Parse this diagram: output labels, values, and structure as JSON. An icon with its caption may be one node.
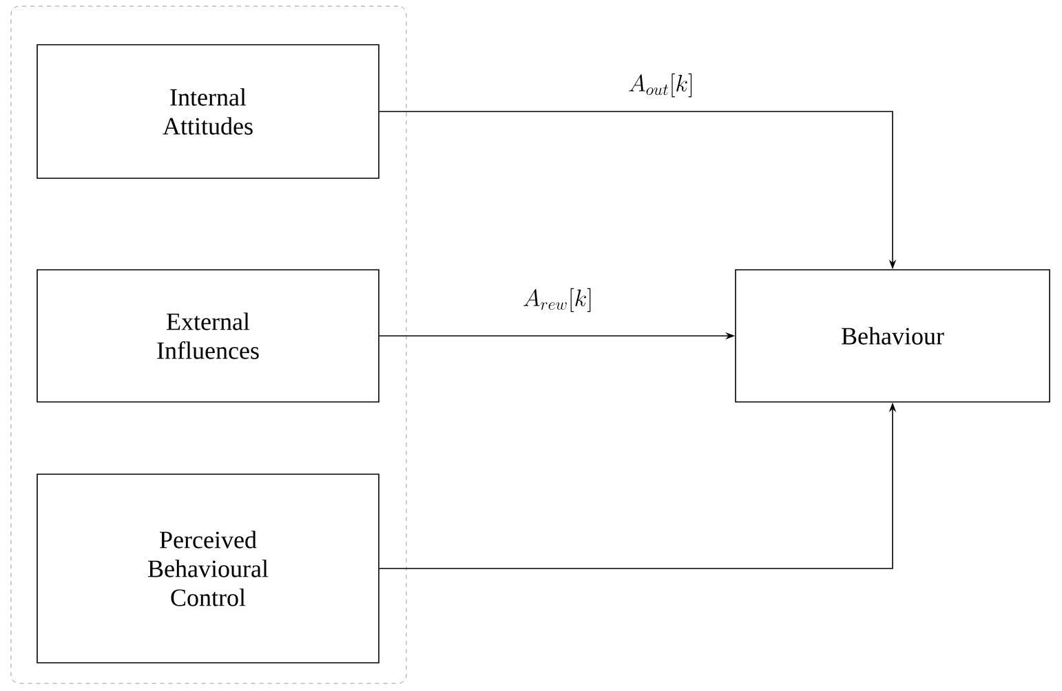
{
  "diagram": {
    "nodes": [
      {
        "text": [],
        "shape": "box"
      },
      {
        "text": [
          "Internal Attitudes"
        ],
        "in": 0
      },
      {
        "text": [
          "External Influences"
        ],
        "in": 0
      },
      {
        "text": [
          "Perceived Behavioural Control"
        ],
        "in": 0
      },
      {
        "text": [
          "Behaviour"
        ]
      }
    ],
    "edges": [
      {
        "from": 1,
        "to": 4,
        "arrow": "to",
        "label": "A_{out}[k]"
      },
      {
        "from": 2,
        "to": 4,
        "arrow": "to",
        "label": "A_{rew}[k]"
      },
      {
        "from": 3,
        "to": 4,
        "arrow": "to"
      }
    ]
  }
}
